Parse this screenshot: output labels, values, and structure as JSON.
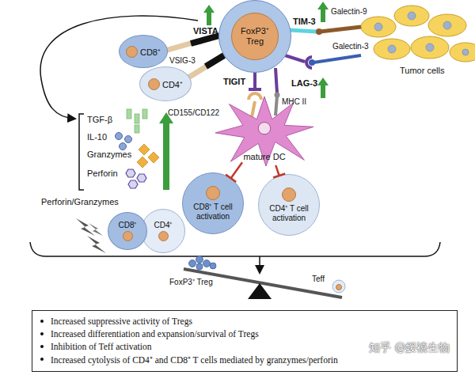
{
  "diagram": {
    "nodes": [
      {
        "text": [
          "FoxP3⁺ Treg"
        ]
      },
      {
        "text": [
          "CD8⁺"
        ]
      },
      {
        "text": [
          "CD4⁺"
        ]
      },
      {
        "text": [
          "mature DC"
        ]
      },
      {
        "text": [
          "CD8⁺ T cell activation"
        ]
      },
      {
        "text": [
          "CD4⁺ T cell activation"
        ]
      },
      {
        "text": [
          "CD8⁺"
        ]
      },
      {
        "text": [
          "CD4⁺"
        ]
      },
      {
        "text": [
          "Increased suppressive activity of Tregs",
          "Increased differentiation and expansion/survival of Tregs",
          "Inhibition of Teff activation",
          "Increased cytolysis of CD4⁺ and CD8⁺ T cells mediated by granzymes/perforin"
        ]
      }
    ],
    "edges": [
      {
        "from": 3,
        "to": 4,
        "arrow": "to"
      },
      {
        "from": 3,
        "to": 5,
        "arrow": "to"
      }
    ],
    "labels": [
      "VISTA",
      "TIM-3",
      "Galectin-9",
      "VSIG-3",
      "TIGIT",
      "LAG-3",
      "Galectin-3",
      "Tumor cells",
      "CD155/CD122",
      "MHC II",
      "TGF-β",
      "IL-10",
      "Granzymes",
      "Perforin",
      "Perforin/Granzymes",
      "FoxP3⁺ Treg",
      "Teff",
      "知乎 @媛禧生物"
    ]
  }
}
